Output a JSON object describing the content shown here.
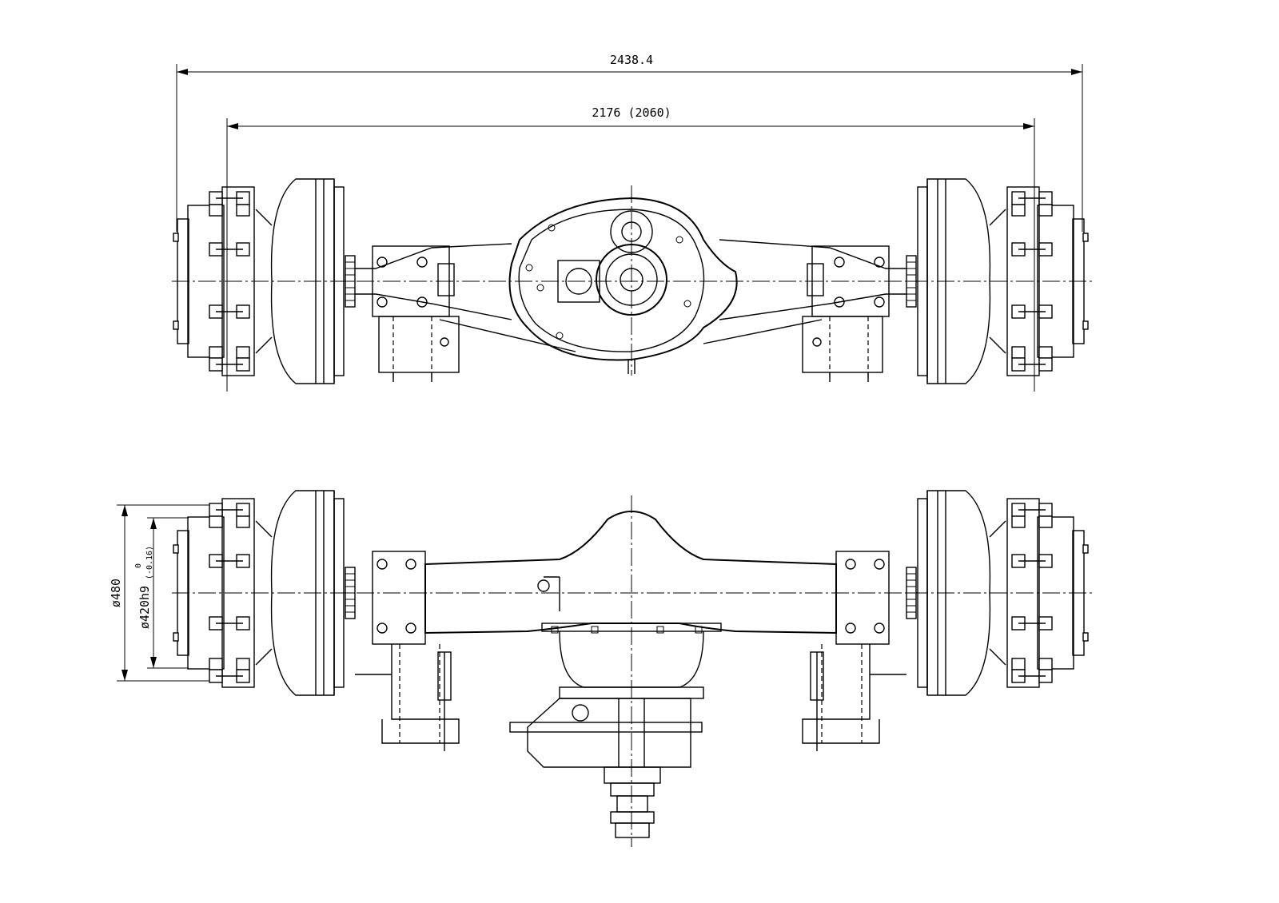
{
  "dimensions": {
    "overall_width": "2438.4",
    "track_width": "2176 (2060)",
    "flange_diameter": "ø480",
    "spigot_diameter": "ø420h9",
    "spigot_tol_upper": "0",
    "spigot_tol_lower": "(-0.16)"
  }
}
